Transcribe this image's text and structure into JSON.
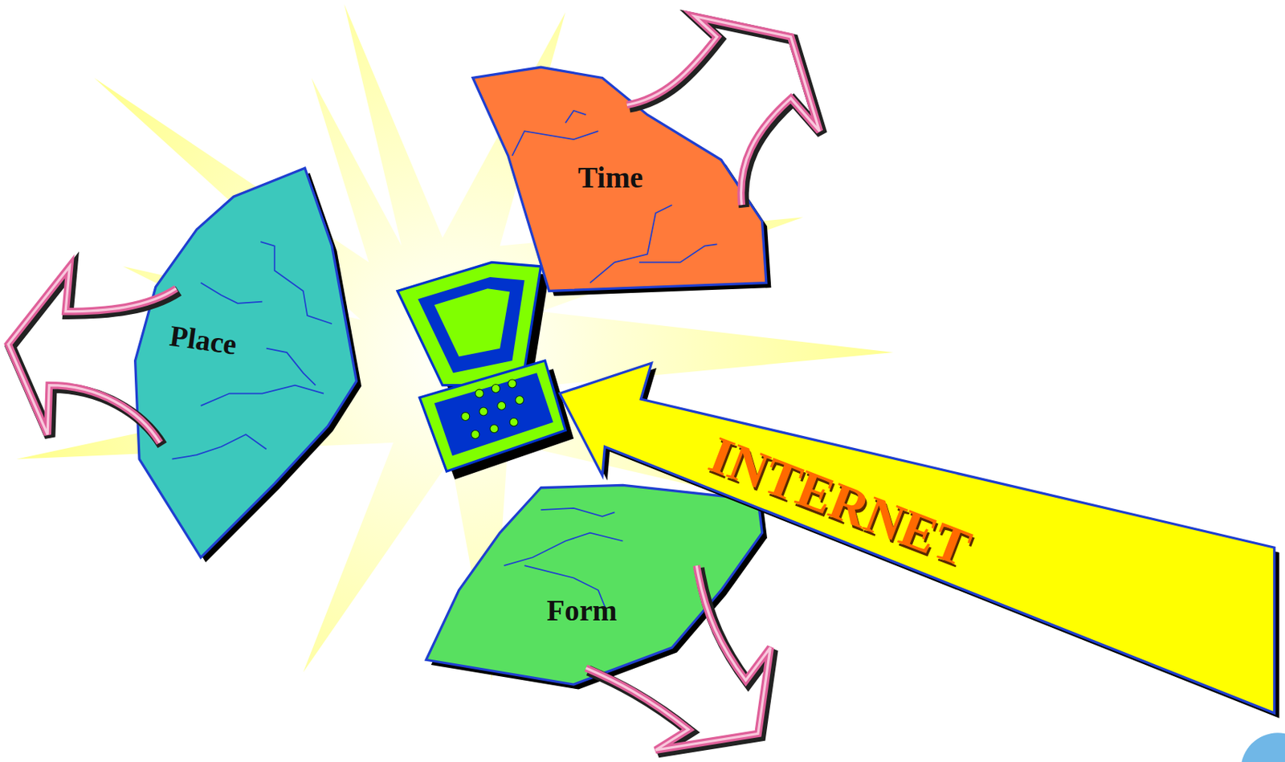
{
  "diagram": {
    "nodes": [
      {
        "text": [
          "Time"
        ]
      },
      {
        "text": [
          "Place"
        ]
      },
      {
        "text": [
          "INTERNET"
        ]
      },
      {
        "text": [
          "Form"
        ]
      }
    ]
  }
}
